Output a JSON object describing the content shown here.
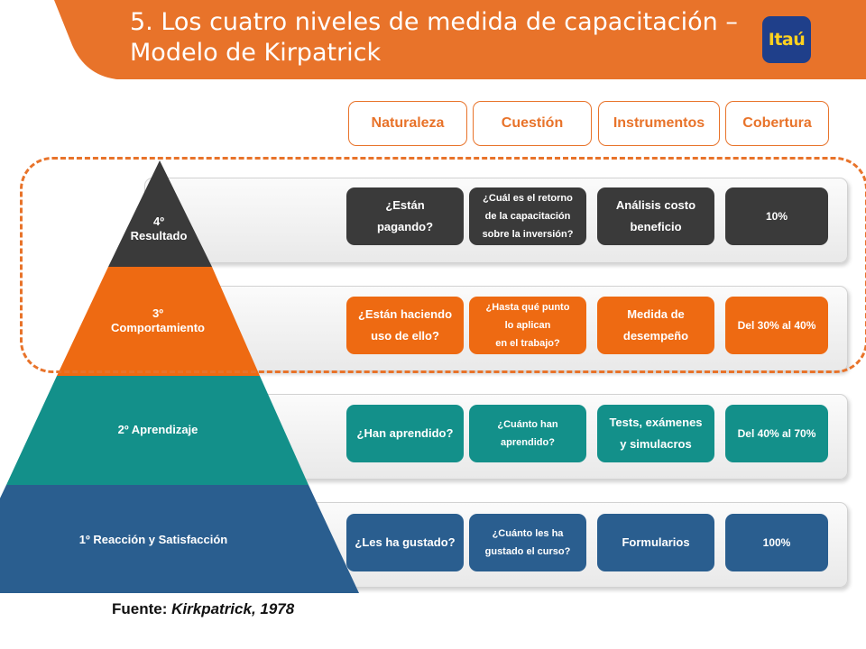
{
  "title": "5. Los cuatro niveles de medida de capacitación – Modelo de Kirpatrick",
  "logo": "Itaú",
  "columns": [
    "Naturaleza",
    "Cuestión",
    "Instrumentos",
    "Cobertura"
  ],
  "levels": [
    {
      "label": "4º\nResultado",
      "color": "#3a3a3a",
      "naturaleza": "¿Están\npagando?",
      "cuestion": "¿Cuál es el retorno\nde la capacitación\nsobre la inversión?",
      "instrumentos": "Análisis costo\nbeneficio",
      "cobertura": "10%"
    },
    {
      "label": "3º\nComportamiento",
      "color": "#ee6a12",
      "naturaleza": "¿Están haciendo\nuso de ello?",
      "cuestion": "¿Hasta qué punto\nlo aplican\nen el trabajo?",
      "instrumentos": "Medida de\ndesempeño",
      "cobertura": "Del 30% al 40%"
    },
    {
      "label": "2º Aprendizaje",
      "color": "#13908a",
      "naturaleza": "¿Han aprendido?",
      "cuestion": "¿Cuánto han\naprendido?",
      "instrumentos": "Tests, exámenes\ny simulacros",
      "cobertura": "Del 40% al 70%"
    },
    {
      "label": "1º Reacción y Satisfacción",
      "color": "#2a5e8f",
      "naturaleza": "¿Les ha gustado?",
      "cuestion": "¿Cuánto les ha\ngustado el curso?",
      "instrumentos": "Formularios",
      "cobertura": "100%"
    }
  ],
  "source": {
    "prefix": "Fuente:",
    "ref": "Kirkpatrick, 1978"
  },
  "colors": {
    "accent": "#e8732a"
  }
}
